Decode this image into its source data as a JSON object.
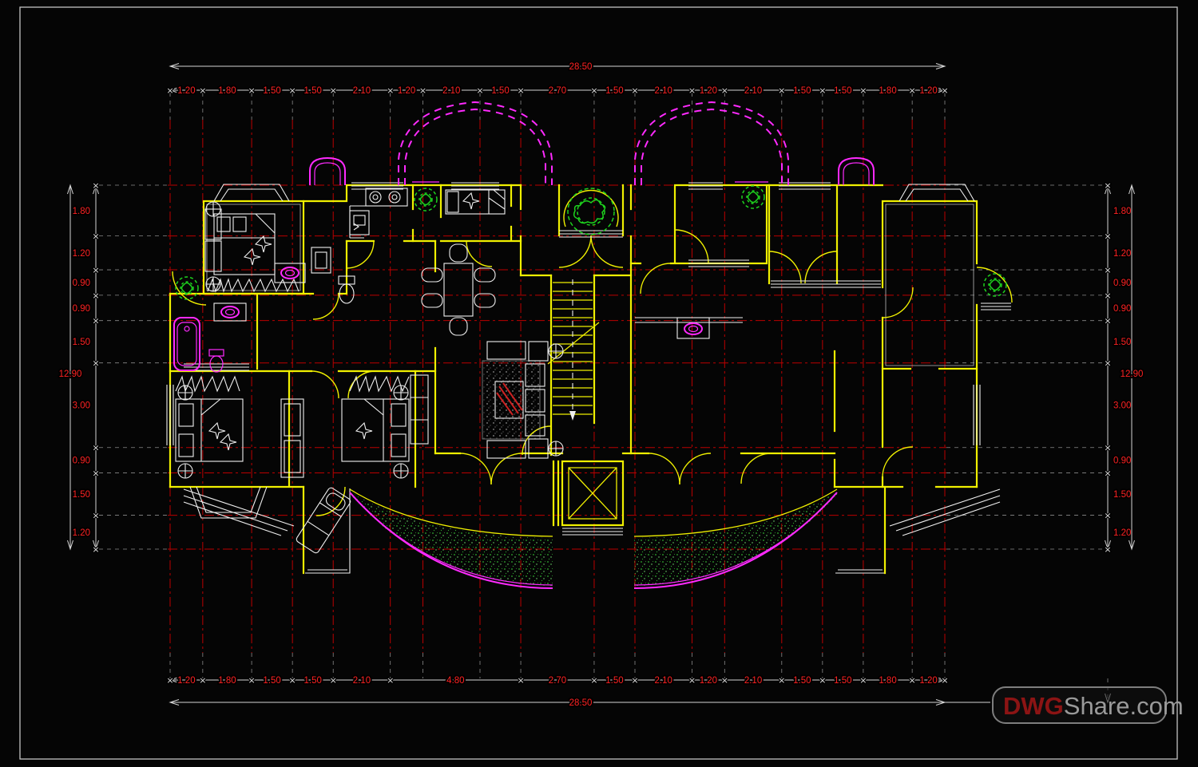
{
  "watermark": {
    "part1": "DWG",
    "part2": "Share.com"
  },
  "glyphs": {
    "tick": "×"
  },
  "colors": {
    "background": "#050505",
    "grid_red": "#bb0000",
    "dimension_text_red": "#ff2222",
    "dimension_line_gray": "#d4d4d4",
    "wall_yellow": "#f0f000",
    "fixture_magenta": "#ff2aff",
    "vegetation_green": "#1ed21e",
    "furniture_white": "#efefef",
    "watermark_red": "#8c1414",
    "watermark_gray": "#9a9a9a"
  },
  "dimensions": {
    "top": {
      "segments": [
        "1.20",
        "1.80",
        "1.50",
        "1.50",
        "2.10",
        "1.20",
        "2.10",
        "1.50",
        "2.70",
        "1.50",
        "2.10",
        "1.20",
        "2.10",
        "1.50",
        "1.50",
        "1.80",
        "1.20"
      ],
      "total": "28.50"
    },
    "bottom": {
      "segments": [
        "1.20",
        "1.80",
        "1.50",
        "1.50",
        "2.10",
        "4.80",
        "2.70",
        "1.50",
        "2.10",
        "1.20",
        "2.10",
        "1.50",
        "1.50",
        "1.80",
        "1.20"
      ],
      "total": "28.50"
    },
    "left": {
      "segments": [
        "1.80",
        "1.20",
        "0.90",
        "0.90",
        "1.50",
        "3.00",
        "0.90",
        "1.50",
        "1.20"
      ],
      "total": "12.90"
    },
    "right": {
      "segments": [
        "1.80",
        "1.20",
        "0.90",
        "0.90",
        "1.50",
        "3.00",
        "0.90",
        "1.50",
        "1.20"
      ],
      "total": "12.90"
    }
  }
}
